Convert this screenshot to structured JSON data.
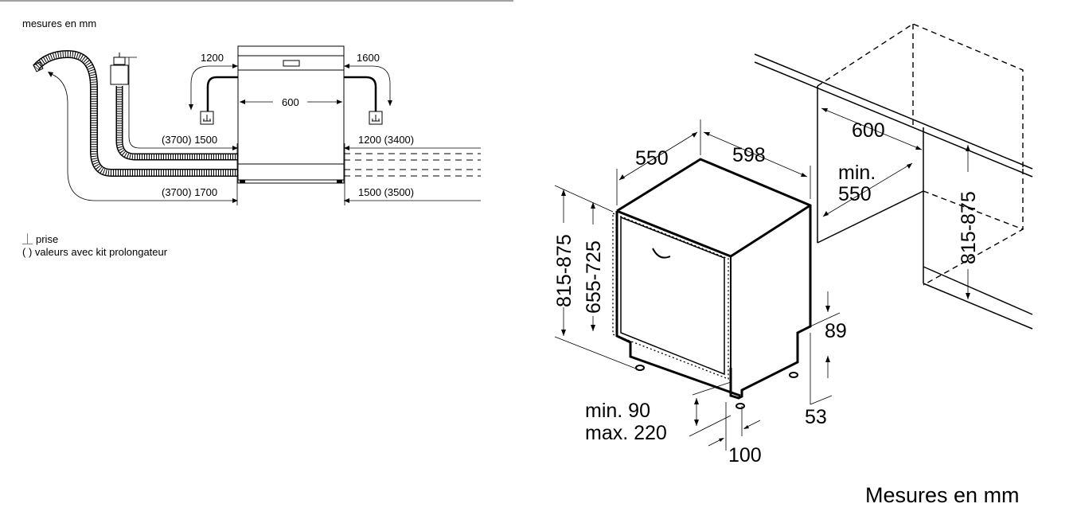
{
  "left_diagram": {
    "units_note": "mesures en mm",
    "dim_1200_left": "1200",
    "dim_1600_right": "1600",
    "dim_600_width": "600",
    "hose_inlet_left": "(3700) 1500",
    "hose_drain_left": "(3700) 1700",
    "hose_inlet_right": "1200 (3400)",
    "hose_drain_right": "1500 (3500)",
    "legend_outlet_symbol": "⏊",
    "legend_outlet": "prise",
    "legend_extension": "( ) valeurs avec kit prolongateur"
  },
  "right_diagram": {
    "depth": "550",
    "width": "598",
    "height_range": "815-875",
    "door_height_range": "655-725",
    "niche_width": "600",
    "niche_depth_label": "min.",
    "niche_depth_value": "550",
    "niche_height_range": "815-875",
    "plinth_height": "89",
    "foot_offset": "53",
    "plinth_range_min": "min. 90",
    "plinth_range_max": "max. 220",
    "foot_setback": "100",
    "units_note": "Mesures en mm"
  },
  "colors": {
    "line": "#000000",
    "background": "#ffffff"
  }
}
